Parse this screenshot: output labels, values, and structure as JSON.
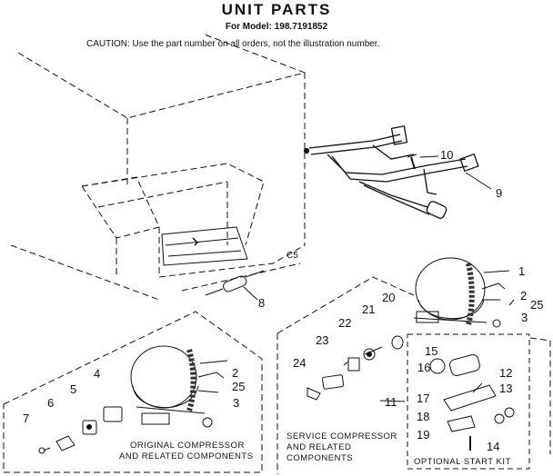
{
  "header": {
    "title": "UNIT PARTS",
    "model_line": "For Model: 198.7191852",
    "caution": "CAUTION: Use the part number on all orders, not the illustration number."
  },
  "marker": "C5",
  "callouts": {
    "p1": "1",
    "p2a": "2",
    "p25a": "25",
    "p3a": "3",
    "p2b": "2",
    "p25b": "25",
    "p3b": "3",
    "p4": "4",
    "p5": "5",
    "p6": "6",
    "p7": "7",
    "p8": "8",
    "p9": "9",
    "p10": "10",
    "p11": "11",
    "p12": "12",
    "p13": "13",
    "p14": "14",
    "p15": "15",
    "p16": "16",
    "p17": "17",
    "p18": "18",
    "p19": "19",
    "p20": "20",
    "p21": "21",
    "p22": "22",
    "p23": "23",
    "p24": "24"
  },
  "groups": {
    "original": {
      "line1": "ORIGINAL COMPRESSOR",
      "line2": "AND RELATED COMPONENTS"
    },
    "service": {
      "line1": "SERVICE COMPRESSOR",
      "line2": "AND RELATED",
      "line3": "COMPONENTS"
    },
    "start_kit": {
      "label": "OPTIONAL START KIT"
    }
  }
}
